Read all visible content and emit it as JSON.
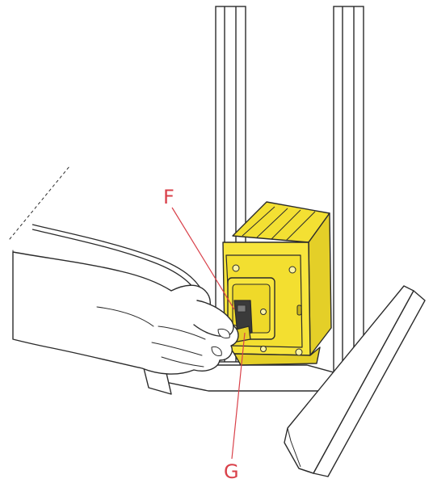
{
  "colors": {
    "outline": "#2b2b2b",
    "frame_fill": "#ffffff",
    "hand_fill": "#ffffff",
    "transformer_body": "#f7e53d",
    "transformer_shade": "#e4cf28",
    "transformer_dark": "#c9b318",
    "plug_dark": "#3a3a3a",
    "callout": "#d9414a"
  },
  "callouts": [
    {
      "id": "F",
      "label": "F"
    },
    {
      "id": "G",
      "label": "G"
    }
  ]
}
